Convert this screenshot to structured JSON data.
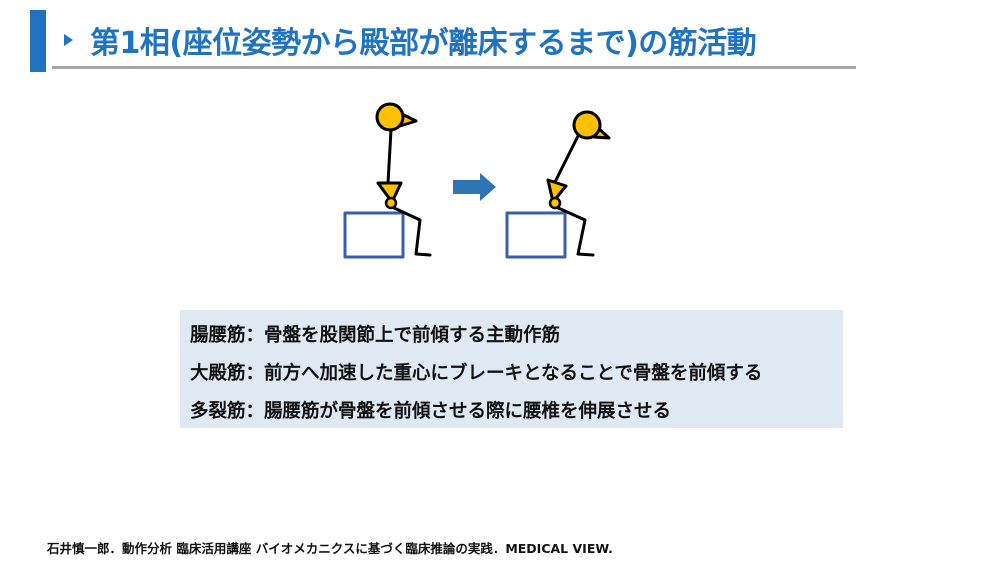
{
  "title": "第1相(座位姿勢から殿部が離床するまで)の筋活動",
  "colors": {
    "accent": "#1f73c0",
    "figure_fill": "#ffc000",
    "seat": "#3b5ea8",
    "arrow": "#2e75b6",
    "box_bg": "#dfe9f4"
  },
  "figure": {
    "left_label": "upright-sitting",
    "right_label": "trunk-forward-lean",
    "arrow_icon": "right-arrow-icon"
  },
  "muscles": [
    {
      "text": "腸腰筋：骨盤を股関節上で前傾する主動作筋"
    },
    {
      "text": "大殿筋：前方へ加速した重心にブレーキとなることで骨盤を前傾する"
    },
    {
      "text": "多裂筋：腸腰筋が骨盤を前傾させる際に腰椎を伸展させる"
    }
  ],
  "citation": "石井慎一郎．動作分析 臨床活用講座 バイオメカニクスに基づく臨床推論の実践．MEDICAL VIEW."
}
